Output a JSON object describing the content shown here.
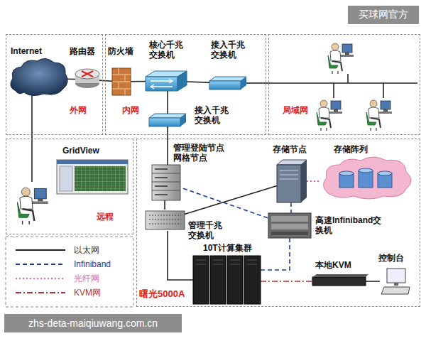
{
  "diagram": {
    "nodes": [
      {
        "text": [
          "外网"
        ]
      },
      {
        "text": [
          "Internet"
        ],
        "in": 0
      },
      {
        "text": [
          "路由器"
        ],
        "in": 0
      },
      {
        "text": [
          "内网"
        ]
      },
      {
        "text": [
          "防火墙"
        ],
        "in": 3
      },
      {
        "text": [
          "核心千兆交换机"
        ],
        "in": 3
      },
      {
        "text": [
          "接入千兆交换机"
        ],
        "in": 3
      },
      {
        "text": [
          "接入千兆交换机"
        ],
        "in": 3
      },
      {
        "text": [
          "局域网"
        ]
      },
      {
        "text": [
          "远程"
        ]
      },
      {
        "text": [
          "GridView"
        ],
        "in": 9
      },
      {
        "text": [
          "曙光5000A"
        ]
      },
      {
        "text": [
          "管理登陆节点 网格节点"
        ],
        "in": 11
      },
      {
        "text": [
          "存储节点"
        ],
        "in": 11
      },
      {
        "text": [
          "存储阵列"
        ],
        "in": 11
      },
      {
        "text": [
          "管理千兆交换机"
        ],
        "in": 11
      },
      {
        "text": [
          "高速Infiniband交换机"
        ],
        "in": 11
      },
      {
        "text": [
          "10T计算集群"
        ],
        "in": 11
      },
      {
        "text": [
          "本地KVM"
        ],
        "in": 11
      },
      {
        "text": [
          "控制台"
        ],
        "in": 11
      }
    ],
    "edges": [
      {
        "from": 1,
        "to": 2,
        "arrow": "none"
      },
      {
        "from": 2,
        "to": 4,
        "arrow": "none"
      },
      {
        "from": 4,
        "to": 5,
        "arrow": "none"
      },
      {
        "from": 5,
        "to": 6,
        "arrow": "none"
      },
      {
        "from": 5,
        "to": 7,
        "arrow": "none"
      },
      {
        "from": 6,
        "to": 8,
        "arrow": "none"
      },
      {
        "from": 1,
        "to": 9,
        "arrow": "none"
      },
      {
        "from": 7,
        "to": 12,
        "arrow": "none"
      },
      {
        "from": 12,
        "to": 15,
        "arrow": "none"
      },
      {
        "from": 15,
        "to": 17,
        "arrow": "none"
      },
      {
        "from": 15,
        "to": 13,
        "arrow": "none"
      },
      {
        "from": 13,
        "to": 14,
        "arrow": "none"
      },
      {
        "from": 12,
        "to": 16,
        "arrow": "none"
      },
      {
        "from": 13,
        "to": 16,
        "arrow": "none"
      },
      {
        "from": 16,
        "to": 17,
        "arrow": "none"
      },
      {
        "from": 17,
        "to": 18,
        "arrow": "none"
      },
      {
        "from": 18,
        "to": 19,
        "arrow": "none"
      }
    ],
    "labels": [
      "买球网官方",
      "zhs-deta-maiqiuwang.com.cn"
    ],
    "legend": [
      {
        "text": "以太网"
      },
      {
        "text": "Infiniband"
      },
      {
        "text": "光纤网"
      },
      {
        "text": "KVM网"
      }
    ]
  }
}
